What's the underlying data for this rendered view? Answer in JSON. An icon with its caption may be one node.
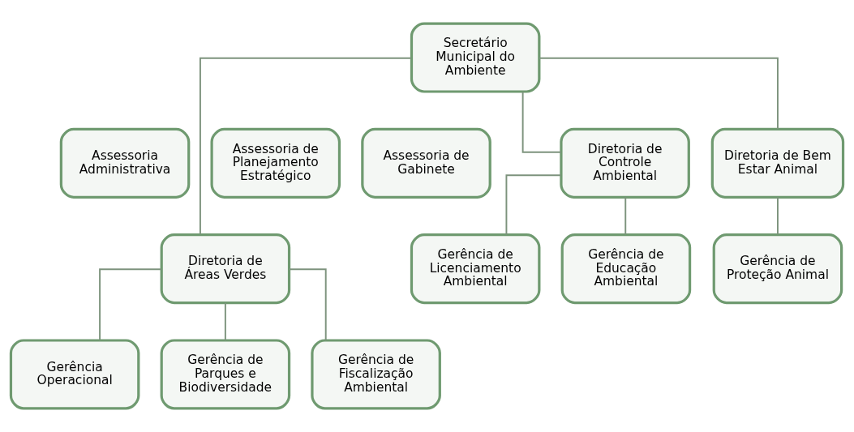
{
  "diagram": {
    "nodes": [
      {
        "text": [
          "Secretário Municipal do Ambiente"
        ]
      },
      {
        "text": [
          "Assessoria Administrativa"
        ]
      },
      {
        "text": [
          "Assessoria de Planejamento Estratégico"
        ]
      },
      {
        "text": [
          "Assessoria de Gabinete"
        ]
      },
      {
        "text": [
          "Diretoria de Áreas Verdes"
        ]
      },
      {
        "text": [
          "Diretoria de Controle Ambiental"
        ]
      },
      {
        "text": [
          "Diretoria de Bem Estar Animal"
        ]
      },
      {
        "text": [
          "Gerência Operacional"
        ]
      },
      {
        "text": [
          "Gerência de Parques e Biodiversidade"
        ]
      },
      {
        "text": [
          "Gerência de Fiscalização Ambiental"
        ]
      },
      {
        "text": [
          "Gerência de Licenciamento Ambiental"
        ]
      },
      {
        "text": [
          "Gerência de Educação Ambiental"
        ]
      },
      {
        "text": [
          "Gerência de Proteção Animal"
        ]
      }
    ],
    "edges": [
      {
        "from": 0,
        "to": 4,
        "arrow": "none"
      },
      {
        "from": 0,
        "to": 5,
        "arrow": "none"
      },
      {
        "from": 0,
        "to": 6,
        "arrow": "none"
      },
      {
        "from": 4,
        "to": 7,
        "arrow": "none"
      },
      {
        "from": 4,
        "to": 8,
        "arrow": "none"
      },
      {
        "from": 4,
        "to": 9,
        "arrow": "none"
      },
      {
        "from": 5,
        "to": 10,
        "arrow": "none"
      },
      {
        "from": 5,
        "to": 11,
        "arrow": "none"
      },
      {
        "from": 6,
        "to": 12,
        "arrow": "none"
      }
    ]
  }
}
